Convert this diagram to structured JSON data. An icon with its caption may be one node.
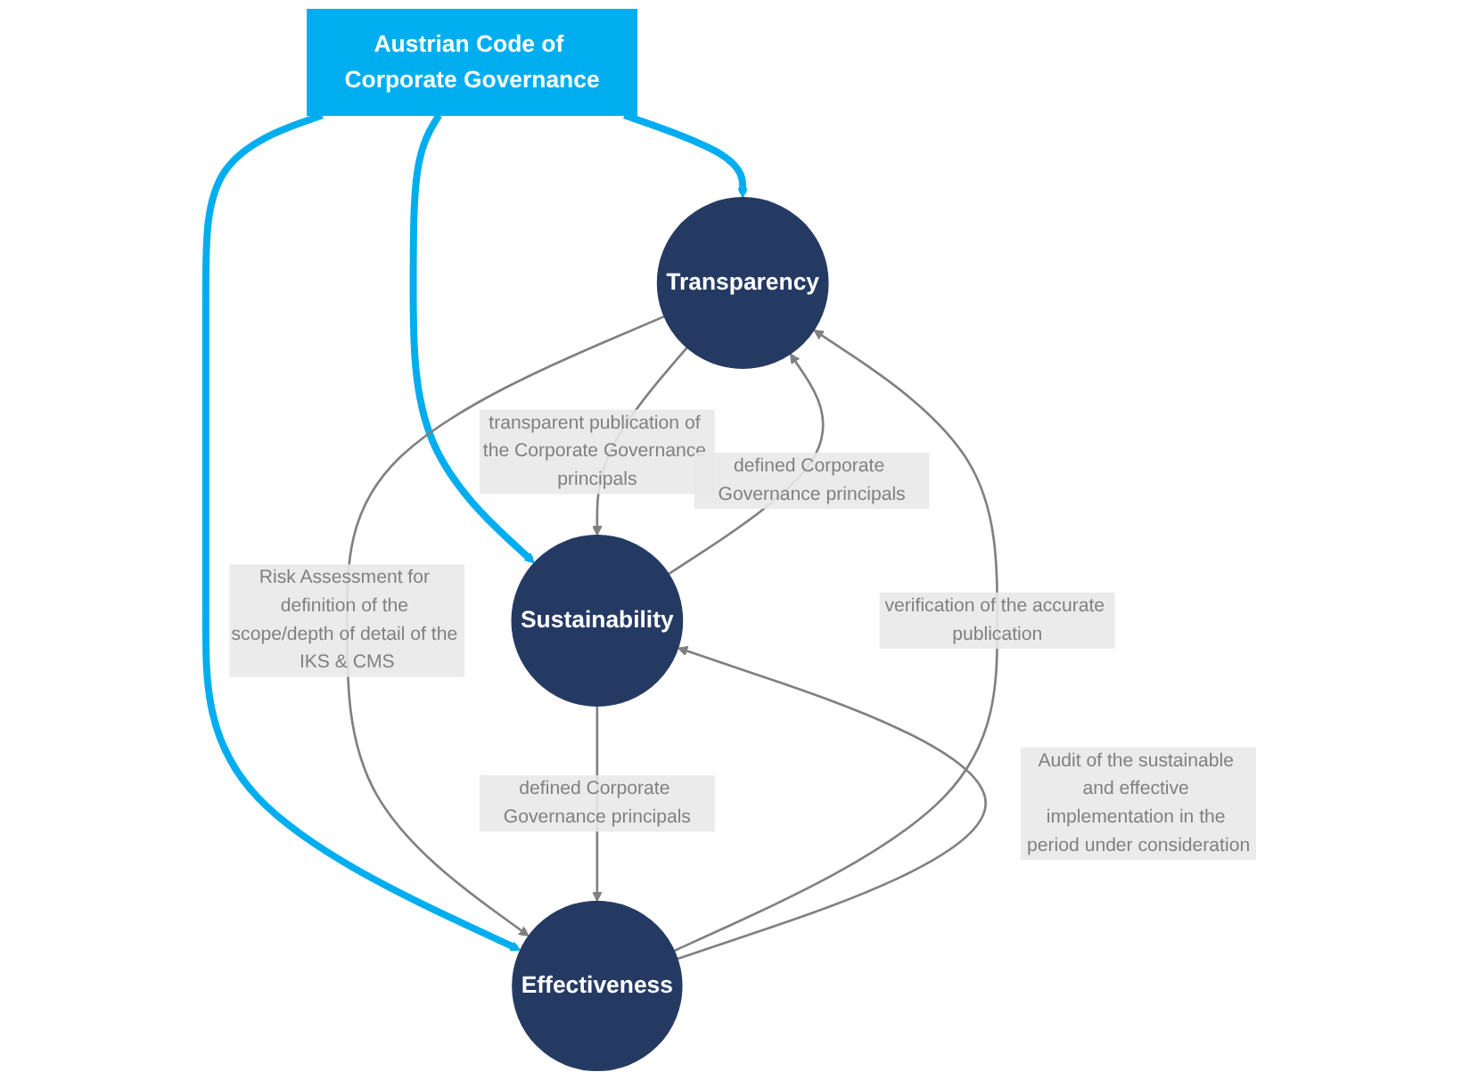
{
  "diagram": {
    "nodes": [
      {
        "text": [
          "Transparency"
        ]
      },
      {
        "text": [
          "Austrian Code of Corporate Governance"
        ]
      },
      {
        "text": [
          "Sustainability"
        ]
      },
      {
        "text": [
          "Effectiveness"
        ]
      }
    ],
    "edges": [
      {
        "from": 1,
        "to": 0,
        "arrow": "to",
        "style": "thick",
        "color": "#00aeef"
      },
      {
        "from": 1,
        "to": 2,
        "arrow": "to",
        "style": "thick",
        "color": "#00aeef"
      },
      {
        "from": 1,
        "to": 3,
        "arrow": "to",
        "style": "thick",
        "color": "#00aeef"
      },
      {
        "from": 0,
        "to": 2,
        "arrow": "to",
        "label": "transparent publication of the Corporate Governance principals"
      },
      {
        "from": 2,
        "to": 0,
        "arrow": "to",
        "label": "defined Corporate Governance principals"
      },
      {
        "from": 0,
        "to": 3,
        "arrow": "to",
        "label": "Risk Assessment for definition of the scope/depth of detail of the IKS & CMS"
      },
      {
        "from": 3,
        "to": 0,
        "arrow": "to",
        "label": "verification of the accurate publication"
      },
      {
        "from": 3,
        "to": 2,
        "arrow": "to",
        "label": "Audit of the sustainable and effective implementation in the period under consideration"
      },
      {
        "from": 2,
        "to": 3,
        "arrow": "to",
        "label": "defined Corporate Governance principals"
      }
    ]
  }
}
